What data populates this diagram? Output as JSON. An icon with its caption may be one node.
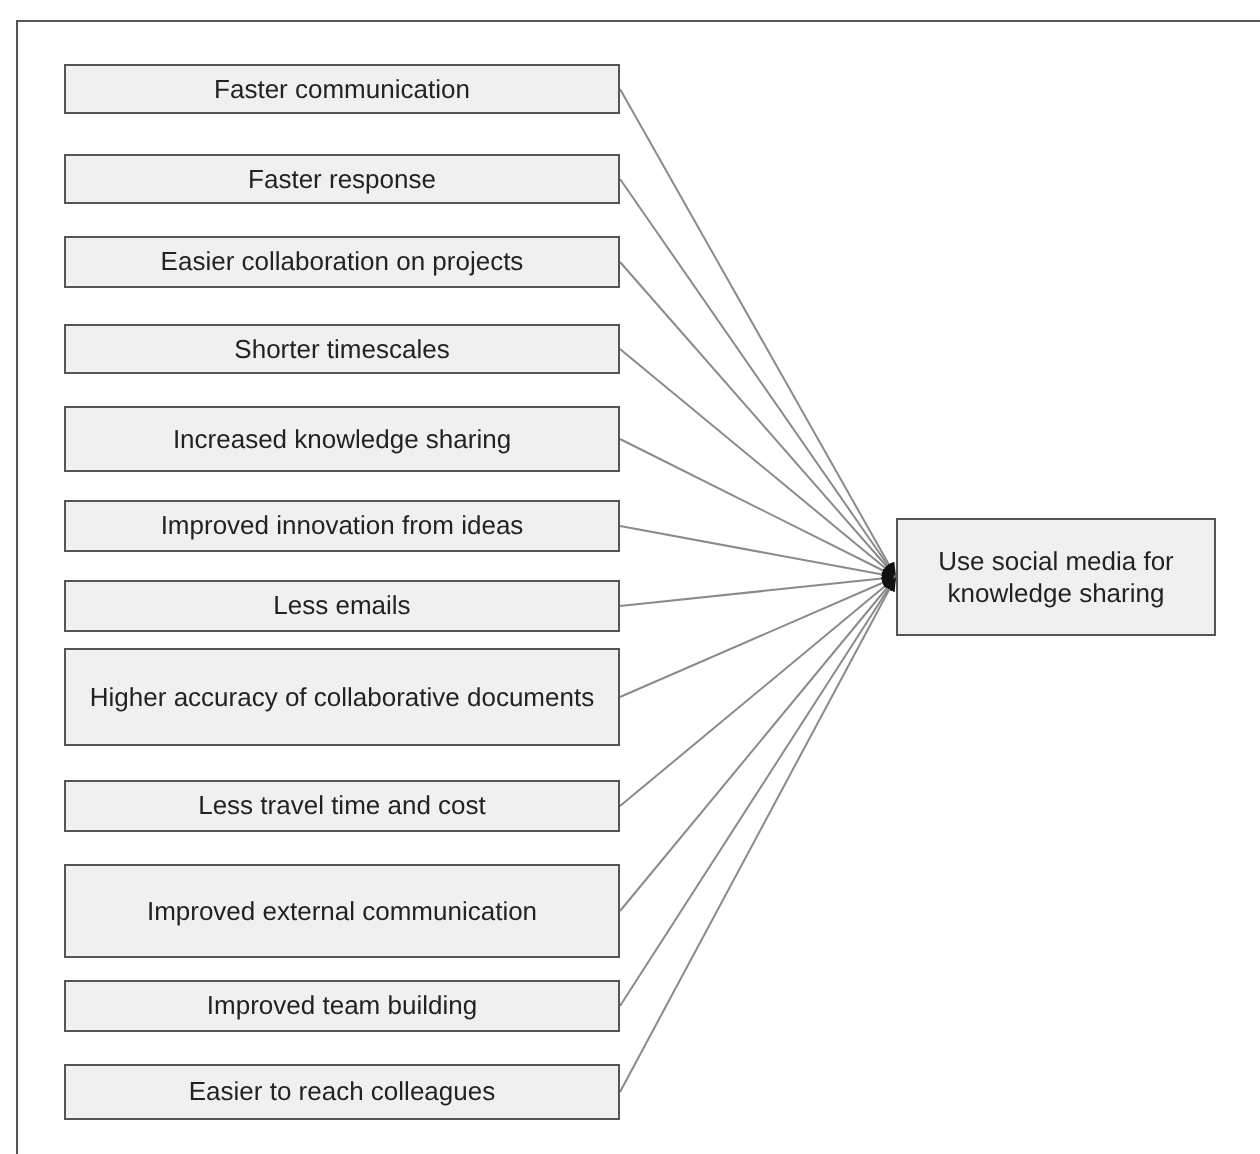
{
  "diagram": {
    "nodes": [
      {
        "text": [
          "Faster communication"
        ]
      },
      {
        "text": [
          "Faster response"
        ]
      },
      {
        "text": [
          "Easier collaboration on projects"
        ]
      },
      {
        "text": [
          "Shorter timescales"
        ]
      },
      {
        "text": [
          "Increased knowledge sharing"
        ]
      },
      {
        "text": [
          "Improved innovation from ideas"
        ]
      },
      {
        "text": [
          "Less emails"
        ]
      },
      {
        "text": [
          "Higher accuracy of collaborative documents"
        ]
      },
      {
        "text": [
          "Less travel time and cost"
        ]
      },
      {
        "text": [
          "Improved external communication"
        ]
      },
      {
        "text": [
          "Improved team building"
        ]
      },
      {
        "text": [
          "Easier to reach colleagues"
        ]
      },
      {
        "text": [
          "Use social media for knowledge sharing"
        ]
      }
    ],
    "edges": [
      {
        "from": 0,
        "to": 12,
        "arrow": "to"
      },
      {
        "from": 1,
        "to": 12,
        "arrow": "to"
      },
      {
        "from": 2,
        "to": 12,
        "arrow": "to"
      },
      {
        "from": 3,
        "to": 12,
        "arrow": "to"
      },
      {
        "from": 4,
        "to": 12,
        "arrow": "to"
      },
      {
        "from": 5,
        "to": 12,
        "arrow": "to"
      },
      {
        "from": 6,
        "to": 12,
        "arrow": "to"
      },
      {
        "from": 7,
        "to": 12,
        "arrow": "to"
      },
      {
        "from": 8,
        "to": 12,
        "arrow": "to"
      },
      {
        "from": 9,
        "to": 12,
        "arrow": "to"
      },
      {
        "from": 10,
        "to": 12,
        "arrow": "to"
      },
      {
        "from": 11,
        "to": 12,
        "arrow": "to"
      }
    ]
  }
}
